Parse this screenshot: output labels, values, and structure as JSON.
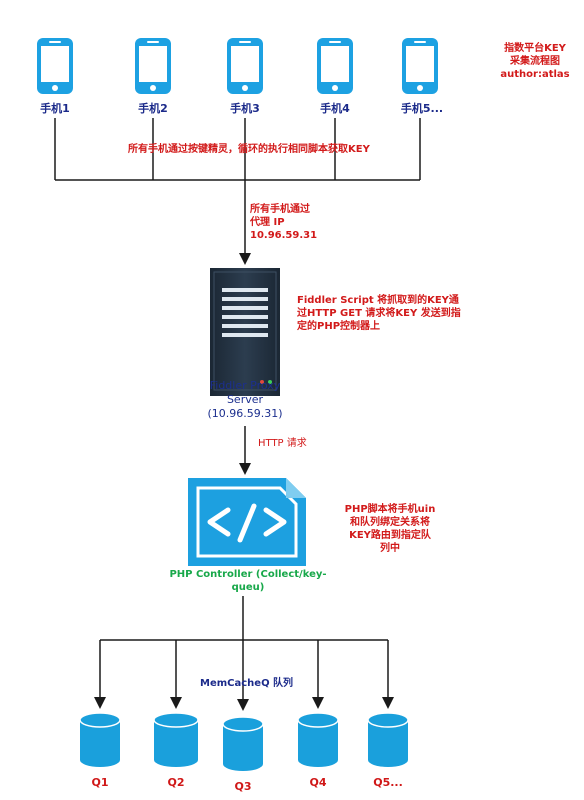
{
  "title_block": {
    "line1": "指数平台KEY",
    "line2": "采集流程图",
    "line3": "author:atlas"
  },
  "phones": [
    "手机1",
    "手机2",
    "手机3",
    "手机4",
    "手机5..."
  ],
  "note_phones": "所有手机通过按键精灵，循环的执行相同脚本获取KEY",
  "note_proxy": {
    "line1": "所有手机通过",
    "line2": "代理 IP",
    "line3": "10.96.59.31"
  },
  "note_fiddler": {
    "line1": "Fiddler Script 将抓取到的KEY通",
    "line2": "过HTTP GET 请求将KEY 发送到指",
    "line3": "定的PHP控制器上"
  },
  "server": {
    "line1": "Fiddler Proxy",
    "line2": "Server",
    "line3": "(10.96.59.31)"
  },
  "http_label": "HTTP 请求",
  "php_note": {
    "line1": "PHP脚本将手机uin",
    "line2": "和队列绑定关系将",
    "line3": "KEY路由到指定队",
    "line4": "列中"
  },
  "php_controller": {
    "line1": "PHP Controller (Collect/key-",
    "line2": "queu)"
  },
  "memcacheq_label": "MemCacheQ 队列",
  "queues": [
    "Q1",
    "Q2",
    "Q3",
    "Q4",
    "Q5..."
  ],
  "colors": {
    "phone": "#1da1e2",
    "queue": "#1aa0dc",
    "server": "#1f2f3f",
    "php_icon": "#1da0e0",
    "line": "#1a1a1a"
  }
}
